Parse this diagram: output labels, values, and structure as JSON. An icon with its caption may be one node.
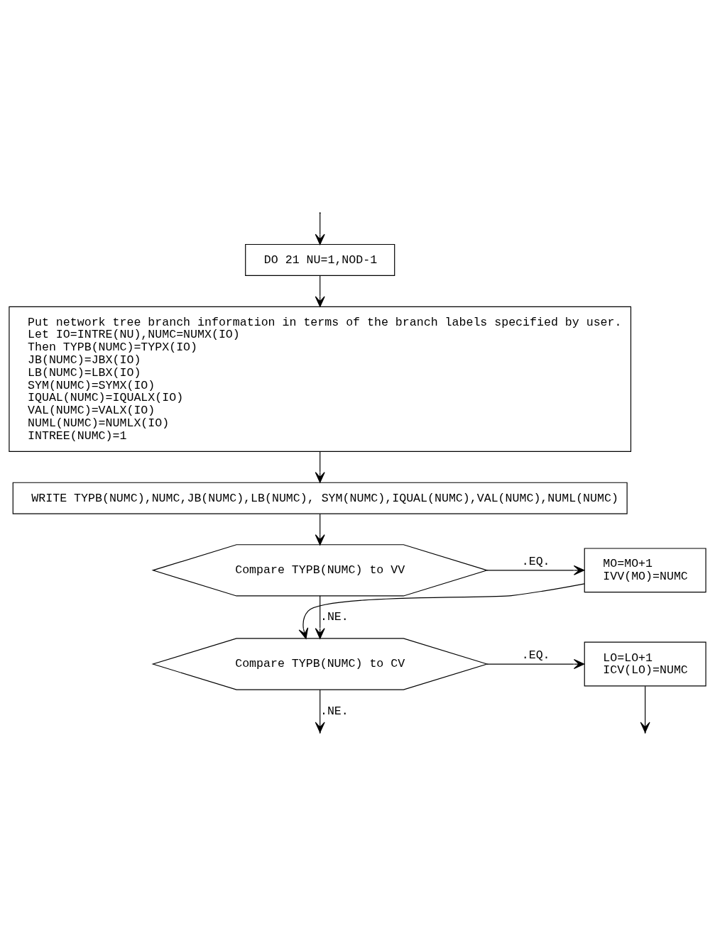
{
  "diagram": {
    "nodes": [
      {
        "text": [
          "DO 21 NU=1,NOD-1"
        ]
      },
      {
        "text": [
          "Put network tree branch information in terms of the branch labels specified by user.",
          "Let IO=INTRE(NU),NUMC=NUMX(IO)",
          "Then TYPB(NUMC)=TYPX(IO)",
          "JB(NUMC)=JBX(IO)",
          "LB(NUMC)=LBX(IO)",
          "SYM(NUMC)=SYMX(IO)",
          "IQUAL(NUMC)=IQUALX(IO)",
          "VAL(NUMC)=VALX(IO)",
          "NUML(NUMC)=NUMLX(IO)",
          "INTREE(NUMC)=1"
        ]
      },
      {
        "text": [
          "WRITE TYPB(NUMC),NUMC,JB(NUMC),LB(NUMC), SYM(NUMC),IQUAL(NUMC),VAL(NUMC),NUML(NUMC)"
        ]
      },
      {
        "text": [
          "Compare TYPB(NUMC) to VV"
        ]
      },
      {
        "text": [
          "MO=MO+1",
          "IVV(MO)=NUMC"
        ]
      },
      {
        "text": [
          "Compare TYPB(NUMC) to CV"
        ]
      },
      {
        "text": [
          "LO=LO+1",
          "ICV(LO)=NUMC"
        ]
      }
    ],
    "edges": [
      {
        "from": null,
        "to": 0,
        "arrow": "to"
      },
      {
        "from": 0,
        "to": 1,
        "arrow": "to"
      },
      {
        "from": 1,
        "to": 2,
        "arrow": "to"
      },
      {
        "from": 2,
        "to": 3,
        "arrow": "to"
      },
      {
        "from": 3,
        "to": 4,
        "arrow": "to",
        "label": ".EQ."
      },
      {
        "from": 3,
        "to": 5,
        "arrow": "to",
        "label": ".NE."
      },
      {
        "from": 4,
        "to": 5,
        "arrow": "to"
      },
      {
        "from": 5,
        "to": 6,
        "arrow": "to",
        "label": ".EQ."
      },
      {
        "from": 5,
        "to": null,
        "arrow": "to",
        "label": ".NE."
      },
      {
        "from": 6,
        "to": null,
        "arrow": "to"
      }
    ]
  }
}
